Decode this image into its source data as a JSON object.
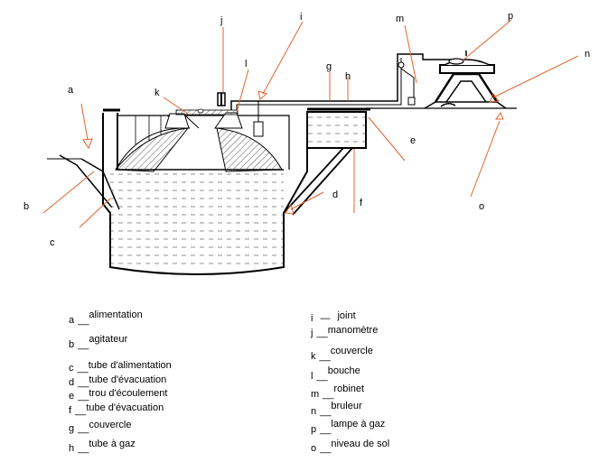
{
  "diagram": {
    "letters": [
      "a",
      "b",
      "c",
      "d",
      "e",
      "f",
      "g",
      "h",
      "i",
      "j",
      "k",
      "l",
      "m",
      "n",
      "o",
      "p"
    ],
    "legend_left": [
      {
        "letter": "a",
        "text": "alimentation"
      },
      {
        "letter": "b",
        "text": "agitateur"
      },
      {
        "letter": "c",
        "text": "tube d'alimentation"
      },
      {
        "letter": "d",
        "text": "tube d'évacuation"
      },
      {
        "letter": "e",
        "text": "trou d'écoulement"
      },
      {
        "letter": "f",
        "text": "tube d'évacuation"
      },
      {
        "letter": "g",
        "text": "couvercle"
      },
      {
        "letter": "h",
        "text": "tube à gaz"
      }
    ],
    "legend_right": [
      {
        "letter": "i",
        "text": "joint"
      },
      {
        "letter": "j",
        "text": "manomètre"
      },
      {
        "letter": "k",
        "text": "couvercle"
      },
      {
        "letter": "l",
        "text": "bouche"
      },
      {
        "letter": "m",
        "text": "robinet"
      },
      {
        "letter": "n",
        "text": "bruleur"
      },
      {
        "letter": "p",
        "text": "lampe à gaz"
      },
      {
        "letter": "o",
        "text": "niveau de sol"
      }
    ],
    "colors": {
      "line": "#000000",
      "arrow": "#e0622c",
      "hatch": "#555555"
    }
  }
}
